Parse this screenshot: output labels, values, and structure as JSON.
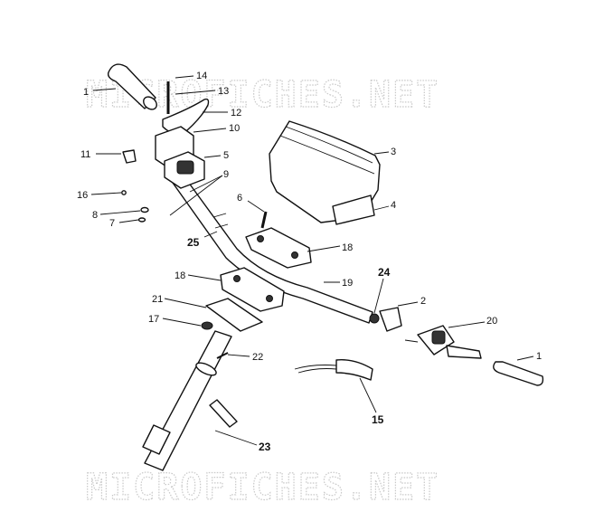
{
  "watermark": {
    "top": "MICROFICHES.NET",
    "bottom": "MICROFICHES.NET"
  },
  "callouts": [
    {
      "id": "c1l",
      "text": "1"
    },
    {
      "id": "c14",
      "text": "14"
    },
    {
      "id": "c13",
      "text": "13"
    },
    {
      "id": "c12",
      "text": "12"
    },
    {
      "id": "c10",
      "text": "10"
    },
    {
      "id": "c11",
      "text": "11"
    },
    {
      "id": "c5",
      "text": "5"
    },
    {
      "id": "c9",
      "text": "9"
    },
    {
      "id": "c16",
      "text": "16"
    },
    {
      "id": "c8",
      "text": "8"
    },
    {
      "id": "c7",
      "text": "7"
    },
    {
      "id": "c6",
      "text": "6"
    },
    {
      "id": "c3",
      "text": "3"
    },
    {
      "id": "c4",
      "text": "4"
    },
    {
      "id": "c25",
      "text": "25"
    },
    {
      "id": "c18a",
      "text": "18"
    },
    {
      "id": "c19",
      "text": "19"
    },
    {
      "id": "c24",
      "text": "24"
    },
    {
      "id": "c18b",
      "text": "18"
    },
    {
      "id": "c21",
      "text": "21"
    },
    {
      "id": "c2",
      "text": "2"
    },
    {
      "id": "c20",
      "text": "20"
    },
    {
      "id": "c17",
      "text": "17"
    },
    {
      "id": "c22",
      "text": "22"
    },
    {
      "id": "c1r",
      "text": "1"
    },
    {
      "id": "c15",
      "text": "15"
    },
    {
      "id": "c23",
      "text": "23"
    }
  ]
}
